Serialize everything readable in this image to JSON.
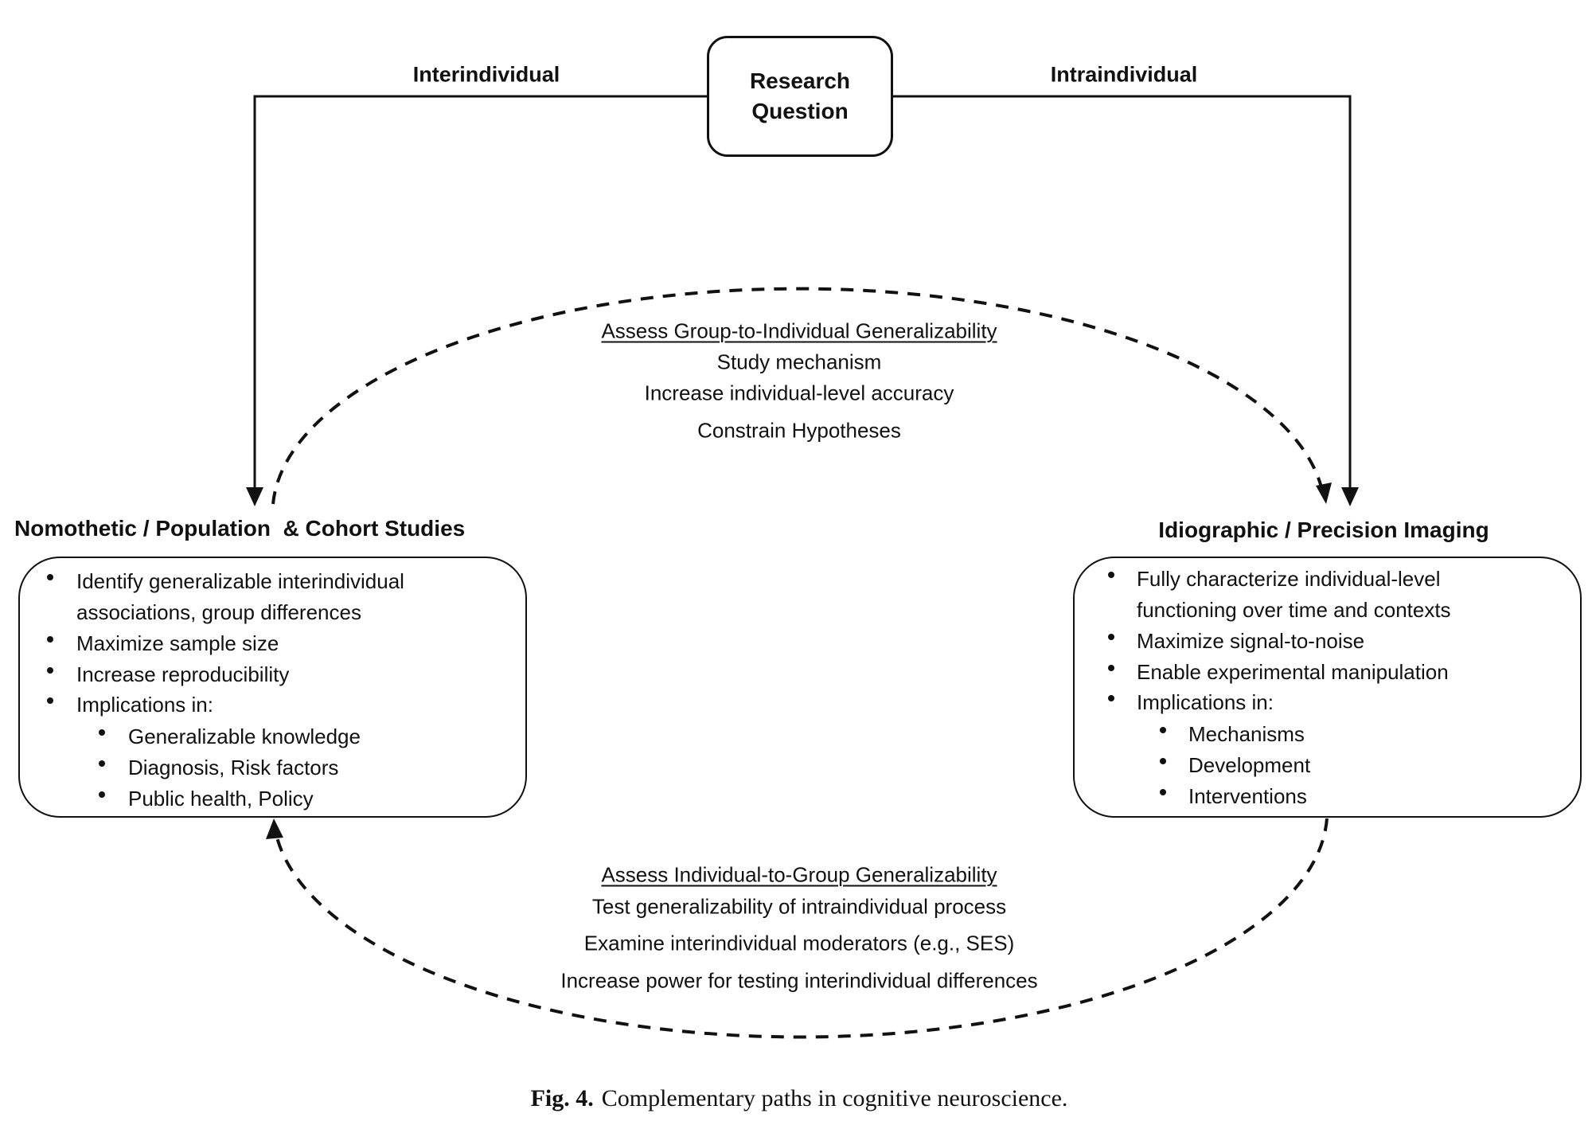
{
  "figure": {
    "root_node": {
      "line1": "Research",
      "line2": "Question"
    },
    "branches": {
      "left_label": "Interindividual",
      "right_label": "Intraindividual"
    },
    "left_study": {
      "heading": "Nomothetic / Population  & Cohort Studies",
      "bullets": [
        {
          "level": 1,
          "text": "Identify generalizable interindividual"
        },
        {
          "level": 0,
          "text": "associations, group differences"
        },
        {
          "level": 1,
          "text": "Maximize sample size"
        },
        {
          "level": 1,
          "text": "Increase reproducibility"
        },
        {
          "level": 1,
          "text": "Implications in:"
        },
        {
          "level": 2,
          "text": "Generalizable knowledge"
        },
        {
          "level": 2,
          "text": "Diagnosis, Risk factors"
        },
        {
          "level": 2,
          "text": "Public health, Policy"
        }
      ]
    },
    "right_study": {
      "heading": "Idiographic / Precision Imaging",
      "bullets": [
        {
          "level": 1,
          "text": "Fully characterize individual-level"
        },
        {
          "level": 0,
          "text": "functioning over time and contexts"
        },
        {
          "level": 1,
          "text": "Maximize signal-to-noise"
        },
        {
          "level": 1,
          "text": "Enable experimental manipulation"
        },
        {
          "level": 1,
          "text": "Implications in:"
        },
        {
          "level": 2,
          "text": "Mechanisms"
        },
        {
          "level": 2,
          "text": "Development"
        },
        {
          "level": 2,
          "text": "Interventions"
        }
      ]
    },
    "group_to_individual": {
      "title": "Assess Group-to-Individual Generalizability",
      "lines": [
        "Study mechanism",
        "Increase individual-level accuracy",
        "Constrain Hypotheses"
      ]
    },
    "individual_to_group": {
      "title": "Assess Individual-to-Group Generalizability",
      "lines": [
        "Test generalizability of intraindividual process",
        "Examine interindividual moderators (e.g., SES)",
        "Increase power for testing interindividual differences"
      ]
    },
    "caption": {
      "label": "Fig. 4.",
      "text": "Complementary paths in cognitive neuroscience."
    }
  },
  "colors": {
    "stroke": "#111111",
    "background": "#ffffff"
  }
}
